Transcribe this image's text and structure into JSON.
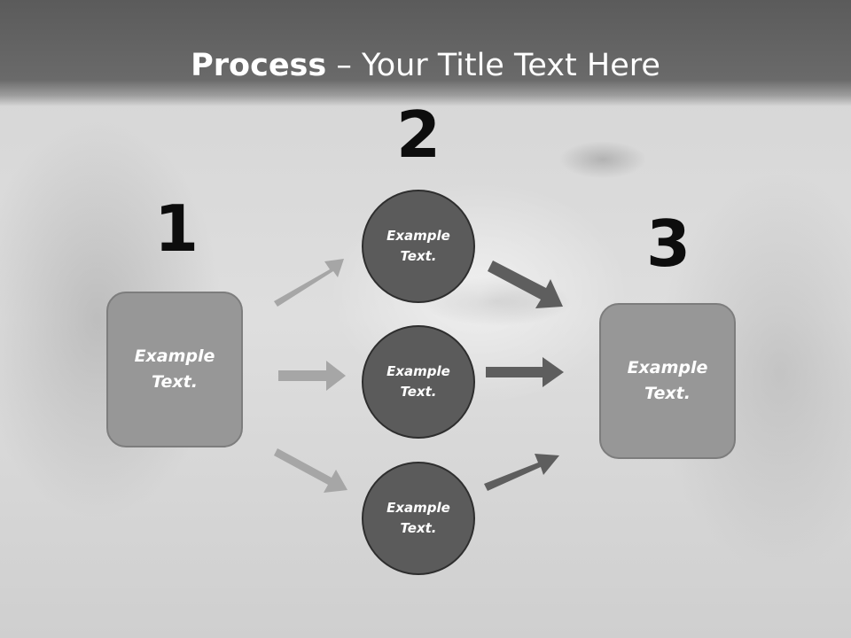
{
  "title": {
    "strong": "Process",
    "dash": " – ",
    "rest": "Your Title Text Here"
  },
  "steps": [
    {
      "number": "1",
      "text": "Example Text."
    },
    {
      "number": "2",
      "circles": [
        "Example Text.",
        "Example Text.",
        "Example Text."
      ]
    },
    {
      "number": "3",
      "text": "Example Text."
    }
  ],
  "colors": {
    "header": "#5b5b5b",
    "box_fill": "#979797",
    "circle_fill": "#5b5b5b",
    "arrow_light": "#a6a6a6",
    "arrow_dark": "#5e5e5e"
  }
}
